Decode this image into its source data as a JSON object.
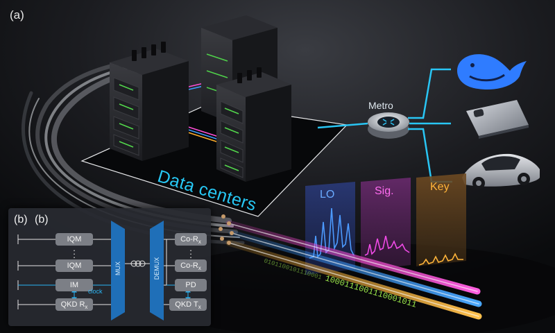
{
  "figure": {
    "panel_a_label": "(a)",
    "data_centers_label": "Data centers",
    "metro_label": "Metro",
    "spectra_cards": [
      {
        "title": "LO",
        "color": "#3f8cff"
      },
      {
        "title": "Sig.",
        "color": "#e23ad9"
      },
      {
        "title": "Key",
        "color": "#f6a21a"
      }
    ],
    "endpoints": [
      "ai-service-icon",
      "smartphone-icon",
      "car-icon"
    ],
    "bit_stream": "1000111001110001011",
    "bit_stream_back": "0101100101110001",
    "colors": {
      "accent_cyan": "#27c8f5",
      "fiber_pink": "#ff3fd2",
      "fiber_blue": "#2e90ff",
      "fiber_orange": "#ffae2b",
      "bit_green": "#9be84a"
    }
  },
  "inset": {
    "tag_left": "(b)",
    "tag_right": "(b)",
    "tx_blocks": [
      {
        "label": "IQM"
      },
      {
        "label": "IQM"
      },
      {
        "label": "IM"
      },
      {
        "label": "QKD R",
        "sub": "x"
      }
    ],
    "rx_blocks": [
      {
        "label": "Co-R",
        "sub": "x"
      },
      {
        "label": "Co-R",
        "sub": "x"
      },
      {
        "label": "PD"
      },
      {
        "label": "QKD T",
        "sub": "x"
      }
    ],
    "mux_label": "MUX",
    "demux_label": "DEMUX",
    "clock_label": "clock",
    "colors": {
      "panel_bg": "#2a2c32",
      "block": "#7c7f86",
      "mux": "#1f6fb8",
      "clock_line": "#29b6f6"
    }
  }
}
